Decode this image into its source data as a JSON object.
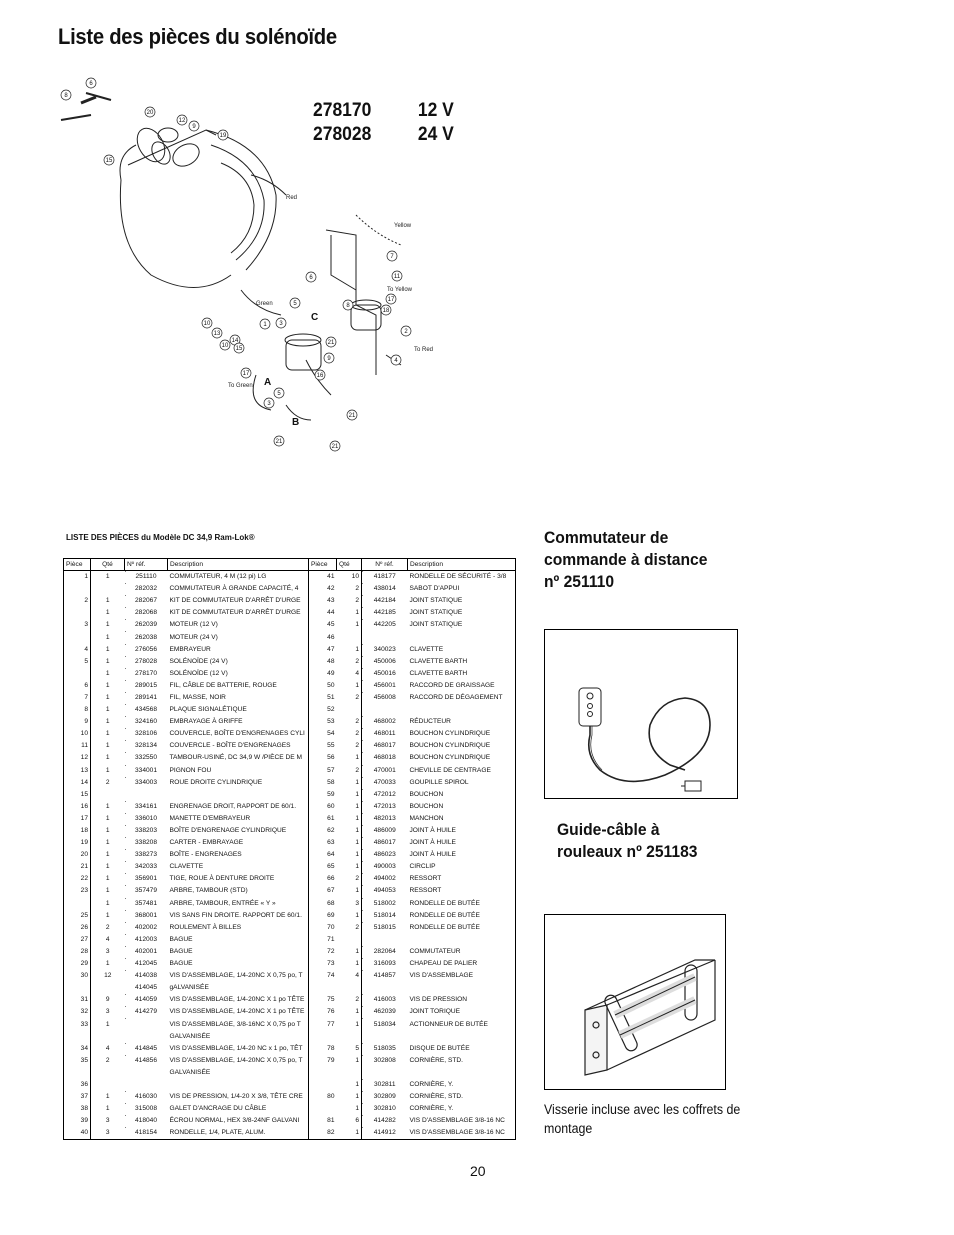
{
  "page_title": "Liste des pièces du solénoïde",
  "models": [
    {
      "number": "278170",
      "voltage": "12 V"
    },
    {
      "number": "278028",
      "voltage": "24 V"
    }
  ],
  "diagram": {
    "labels": [
      "Red",
      "Yellow",
      "To Yellow",
      "Green",
      "To Red",
      "To Green",
      "A",
      "B",
      "C"
    ],
    "callouts": [
      "8",
      "6",
      "20",
      "12",
      "9",
      "19",
      "15",
      "7",
      "11",
      "17",
      "18",
      "6",
      "5",
      "8",
      "1",
      "3",
      "2",
      "10",
      "13",
      "14",
      "10",
      "15",
      "21",
      "9",
      "4",
      "17",
      "16",
      "5",
      "3",
      "21",
      "21",
      "21"
    ]
  },
  "table_title": "LISTE DES PIÈCES du Modèle DC 34,9 Ram-Lok®",
  "table_headers": [
    "Pièce",
    "Qté",
    "Nº réf.",
    "Description",
    "Pièce",
    "Qté",
    "Nº réf.",
    "Description"
  ],
  "table_rows": [
    {
      "p1": "1",
      "q1": "1",
      "r1": "251110",
      "m1": true,
      "d1": " COMMUTATEUR, 4 M (12 pi) LG",
      "p2": "41",
      "q2": "10",
      "r2": "418177",
      "m2": true,
      "d2": "RONDELLE DE SÉCURITÉ - 3/8"
    },
    {
      "p1": "",
      "q1": "",
      "r1": "282032",
      "m1": true,
      "d1": "COMMUTATEUR À GRANDE CAPACITÉ, 4",
      "p2": "42",
      "q2": "2",
      "r2": "438014",
      "m2": true,
      "d2": "SABOT D'APPUI"
    },
    {
      "p1": "2",
      "q1": "1",
      "r1": "282067",
      "m1": true,
      "d1": " KIT DE COMMUTATEUR D'ARRÊT D'URGE",
      "p2": "43",
      "q2": "2",
      "r2": "442184",
      "m2": true,
      "d2": "JOINT STATIQUE"
    },
    {
      "p1": "",
      "q1": "1",
      "r1": "282068",
      "m1": true,
      "d1": " KIT DE COMMUTATEUR D'ARRÊT D'URGE",
      "p2": "44",
      "q2": "1",
      "r2": "442185",
      "m2": true,
      "d2": "JOINT STATIQUE"
    },
    {
      "p1": "3",
      "q1": "1",
      "r1": "262039",
      "m1": true,
      "d1": " MOTEUR (12 V)",
      "p2": "45",
      "q2": "1",
      "r2": "442205",
      "m2": true,
      "d2": "JOINT STATIQUE"
    },
    {
      "p1": "",
      "q1": "1",
      "r1": "262038",
      "m1": true,
      "d1": " MOTEUR (24 V)",
      "p2": "46",
      "q2": "",
      "r2": "",
      "m2": false,
      "d2": ""
    },
    {
      "p1": "4",
      "q1": "1",
      "r1": "276056",
      "m1": true,
      "d1": "EMBRAYEUR",
      "p2": "47",
      "q2": "1",
      "r2": "340023",
      "m2": true,
      "d2": "CLAVETTE"
    },
    {
      "p1": "5",
      "q1": "1",
      "r1": "278028",
      "m1": true,
      "d1": " SOLÉNOÏDE (24 V)",
      "p2": "48",
      "q2": "2",
      "r2": "450006",
      "m2": true,
      "d2": "CLAVETTE BARTH"
    },
    {
      "p1": "",
      "q1": "1",
      "r1": "278170",
      "m1": true,
      "d1": " SOLÉNOÏDE (12 V)",
      "p2": "49",
      "q2": "4",
      "r2": "450016",
      "m2": true,
      "d2": "CLAVETTE BARTH"
    },
    {
      "p1": "6",
      "q1": "1",
      "r1": "289015",
      "m1": true,
      "d1": " FIL, CÂBLE DE BATTERIE, ROUGE",
      "p2": "50",
      "q2": "1",
      "r2": "456001",
      "m2": true,
      "d2": "RACCORD DE GRAISSAGE"
    },
    {
      "p1": "7",
      "q1": "1",
      "r1": "289141",
      "m1": true,
      "d1": "FIL, MASSE, NOIR",
      "p2": "51",
      "q2": "2",
      "r2": "456008",
      "m2": true,
      "d2": "RACCORD DE DÉGAGEMENT"
    },
    {
      "p1": "8",
      "q1": "1",
      "r1": "434568",
      "m1": true,
      "d1": "PLAQUE SIGNALÉTIQUE",
      "p2": "52",
      "q2": "",
      "r2": "",
      "m2": false,
      "d2": ""
    },
    {
      "p1": "9",
      "q1": "1",
      "r1": "324160",
      "m1": true,
      "d1": " EMBRAYAGE À GRIFFE",
      "p2": "53",
      "q2": "2",
      "r2": "468002",
      "m2": true,
      "d2": "RÉDUCTEUR"
    },
    {
      "p1": "10",
      "q1": "1",
      "r1": "328106",
      "m1": true,
      "d1": " COUVERCLE, BOÎTE D'ENGRENAGES CYLI",
      "p2": "54",
      "q2": "2",
      "r2": "468011",
      "m2": true,
      "d2": "BOUCHON CYLINDRIQUE"
    },
    {
      "p1": "11",
      "q1": "1",
      "r1": "328134",
      "m1": true,
      "d1": "COUVERCLE - BOÎTE D'ENGRENAGES",
      "p2": "55",
      "q2": "2",
      "r2": "468017",
      "m2": true,
      "d2": "BOUCHON CYLINDRIQUE"
    },
    {
      "p1": "12",
      "q1": "1",
      "r1": "332550",
      "m1": true,
      "d1": " TAMBOUR-USINÉ, DC 34,9 W /PIÈCE DE M",
      "p2": "56",
      "q2": "1",
      "r2": "468018",
      "m2": true,
      "d2": "BOUCHON CYLINDRIQUE"
    },
    {
      "p1": "13",
      "q1": "1",
      "r1": "334001",
      "m1": true,
      "d1": " PIGNON FOU",
      "p2": "57",
      "q2": "2",
      "r2": "470001",
      "m2": true,
      "d2": "CHEVILLE DE CENTRAGE"
    },
    {
      "p1": "14",
      "q1": "2",
      "r1": "334003",
      "m1": true,
      "d1": " ROUE DROITE CYLINDRIQUE",
      "p2": "58",
      "q2": "1",
      "r2": "470033",
      "m2": true,
      "d2": "GOUPILLE SPIROL"
    },
    {
      "p1": "15",
      "q1": "",
      "r1": "",
      "m1": false,
      "d1": "",
      "p2": "59",
      "q2": "1",
      "r2": "472012",
      "m2": true,
      "d2": "BOUCHON"
    },
    {
      "p1": "16",
      "q1": "1",
      "r1": "334161",
      "m1": true,
      "d1": "ENGRENAGE DROIT, RAPPORT DE 60/1.",
      "p2": "60",
      "q2": "1",
      "r2": "472013",
      "m2": true,
      "d2": "BOUCHON"
    },
    {
      "p1": "17",
      "q1": "1",
      "r1": "336010",
      "m1": true,
      "d1": "MANETTE D'EMBRAYEUR",
      "p2": "61",
      "q2": "1",
      "r2": "482013",
      "m2": true,
      "d2": "MANCHON"
    },
    {
      "p1": "18",
      "q1": "1",
      "r1": "338203",
      "m1": true,
      "d1": "BOÎTE D'ENGRENAGE CYLINDRIQUE",
      "p2": "62",
      "q2": "1",
      "r2": "486009",
      "m2": true,
      "d2": "JOINT À HUILE"
    },
    {
      "p1": "19",
      "q1": "1",
      "r1": "338208",
      "m1": true,
      "d1": "CARTER - EMBRAYAGE",
      "p2": "63",
      "q2": "1",
      "r2": "486017",
      "m2": true,
      "d2": "JOINT À HUILE"
    },
    {
      "p1": "20",
      "q1": "1",
      "r1": "338273",
      "m1": true,
      "d1": "BOÎTE - ENGRENAGES",
      "p2": "64",
      "q2": "1",
      "r2": "486023",
      "m2": true,
      "d2": "JOINT À HUILE"
    },
    {
      "p1": "21",
      "q1": "1",
      "r1": "342033",
      "m1": true,
      "d1": "CLAVETTE",
      "p2": "65",
      "q2": "1",
      "r2": "490003",
      "m2": true,
      "d2": "CIRCLIP"
    },
    {
      "p1": "22",
      "q1": "1",
      "r1": "356901",
      "m1": true,
      "d1": "TIGE, ROUE À DENTURE DROITE",
      "p2": "66",
      "q2": "2",
      "r2": "494002",
      "m2": true,
      "d2": "RESSORT"
    },
    {
      "p1": "23",
      "q1": "1",
      "r1": "357479",
      "m1": true,
      "d1": "ARBRE, TAMBOUR (STD)",
      "p2": "67",
      "q2": "1",
      "r2": "494053",
      "m2": true,
      "d2": "RESSORT"
    },
    {
      "p1": "",
      "q1": "1",
      "r1": "357481",
      "m1": true,
      "d1": " ARBRE, TAMBOUR, ENTRÉE « Y »",
      "p2": "68",
      "q2": "3",
      "r2": "518002",
      "m2": true,
      "d2": "RONDELLE DE BUTÉE"
    },
    {
      "p1": "25",
      "q1": "1",
      "r1": "368001",
      "m1": true,
      "d1": "VIS SANS FIN DROITE. RAPPORT DE 60/1.",
      "p2": "69",
      "q2": "1",
      "r2": "518014",
      "m2": true,
      "d2": "RONDELLE DE BUTÉE"
    },
    {
      "p1": "26",
      "q1": "2",
      "r1": "402002",
      "m1": true,
      "d1": "ROULEMENT À BILLES",
      "p2": "70",
      "q2": "2",
      "r2": "518015",
      "m2": true,
      "d2": "RONDELLE DE BUTÉE"
    },
    {
      "p1": "27",
      "q1": "4",
      "r1": "412003",
      "m1": true,
      "d1": "BAGUE",
      "p2": "71",
      "q2": "",
      "r2": "",
      "m2": false,
      "d2": ""
    },
    {
      "p1": "28",
      "q1": "3",
      "r1": "402001",
      "m1": true,
      "d1": "BAGUE",
      "p2": "72",
      "q2": "1",
      "r2": "282064",
      "m2": true,
      "d2": "COMMUTATEUR"
    },
    {
      "p1": "29",
      "q1": "1",
      "r1": "412045",
      "m1": true,
      "d1": "BAGUE",
      "p2": "73",
      "q2": "1",
      "r2": "316093",
      "m2": true,
      "d2": "CHAPEAU DE PALIER"
    },
    {
      "p1": "30",
      "q1": "12",
      "r1": "414038",
      "m1": true,
      "d1": "VIS D'ASSEMBLAGE, 1/4-20NC X 0,75 po, T",
      "p2": "74",
      "q2": "4",
      "r2": "414857",
      "m2": true,
      "d2": "VIS D'ASSEMBLAGE"
    },
    {
      "p1": "",
      "q1": "",
      "r1": "414045",
      "m1": false,
      "d1": "gALVANISÉE",
      "p2": "",
      "q2": "",
      "r2": "",
      "m2": false,
      "d2": ""
    },
    {
      "p1": "31",
      "q1": "9",
      "r1": "414059",
      "m1": true,
      "d1": "VIS D'ASSEMBLAGE, 1/4-20NC X 1 po TÊTE",
      "p2": "75",
      "q2": "2",
      "r2": "416003",
      "m2": true,
      "d2": "VIS DE PRESSION"
    },
    {
      "p1": "32",
      "q1": "3",
      "r1": "414279",
      "m1": true,
      "d1": "VIS D'ASSEMBLAGE, 1/4-20NC X 1 po TÊTE",
      "p2": "76",
      "q2": "1",
      "r2": "462039",
      "m2": true,
      "d2": "JOINT TORIQUE"
    },
    {
      "p1": "33",
      "q1": "1",
      "r1": "",
      "m1": true,
      "d1": "VIS D'ASSEMBLAGE, 3/8-16NC X 0,75 po T",
      "p2": "77",
      "q2": "1",
      "r2": "518034",
      "m2": true,
      "d2": "ACTIONNEUR DE BUTÉE"
    },
    {
      "p1": "",
      "q1": "",
      "r1": "",
      "m1": false,
      "d1": "GALVANISÉE",
      "p2": "",
      "q2": "",
      "r2": "",
      "m2": false,
      "d2": ""
    },
    {
      "p1": "34",
      "q1": "4",
      "r1": "414845",
      "m1": true,
      "d1": "VIS D'ASSEMBLAGE, 1/4-20 NC x 1 po, TÊT",
      "p2": "78",
      "q2": "5",
      "r2": "518035",
      "m2": true,
      "d2": "DISQUE DE BUTÉE"
    },
    {
      "p1": "35",
      "q1": "2",
      "r1": "414856",
      "m1": true,
      "d1": "VIS D'ASSEMBLAGE, 1/4-20NC X 0,75 po, T",
      "p2": "79",
      "q2": "1",
      "r2": "302808",
      "m2": true,
      "d2": "CORNIÈRE, STD."
    },
    {
      "p1": "",
      "q1": "",
      "r1": "",
      "m1": false,
      "d1": "GALVANISÉE",
      "p2": "",
      "q2": "",
      "r2": "",
      "m2": false,
      "d2": ""
    },
    {
      "p1": "36",
      "q1": "",
      "r1": "",
      "m1": false,
      "d1": "",
      "p2": "",
      "q2": "1",
      "r2": "302811",
      "m2": true,
      "d2": "CORNIÈRE, Y."
    },
    {
      "p1": "37",
      "q1": "1",
      "r1": "416030",
      "m1": true,
      "d1": "VIS DE PRESSION, 1/4-20 X 3/8, TÊTE CRE",
      "p2": "80",
      "q2": "1",
      "r2": "302809",
      "m2": true,
      "d2": "CORNIÈRE, STD."
    },
    {
      "p1": "38",
      "q1": "1",
      "r1": "315008",
      "m1": true,
      "d1": "GALET D'ANCRAGE DU CÂBLE",
      "p2": "",
      "q2": "1",
      "r2": "302810",
      "m2": true,
      "d2": "CORNIÈRE, Y."
    },
    {
      "p1": "39",
      "q1": "3",
      "r1": "418040",
      "m1": true,
      "d1": "ÉCROU NORMAL, HEX 3/8-24NF GALVANI",
      "p2": "81",
      "q2": "6",
      "r2": "414282",
      "m2": true,
      "d2": "VIS D'ASSEMBLAGE 3/8-16 NC"
    },
    {
      "p1": "40",
      "q1": "3",
      "r1": "418154",
      "m1": true,
      "d1": "RONDELLE, 1/4, PLATE, ALUM.",
      "p2": "82",
      "q2": "1",
      "r2": "414912",
      "m2": true,
      "d2": "VIS D'ASSEMBLAGE 3/8-16 NC"
    }
  ],
  "remote_heading": [
    "Commutateur de",
    "commande à distance",
    "nº 251110"
  ],
  "guide_heading": [
    "Guide-câble à",
    "rouleaux nº 251183"
  ],
  "caption": "Visserie incluse avec les coffrets de montage",
  "page_number": "20"
}
